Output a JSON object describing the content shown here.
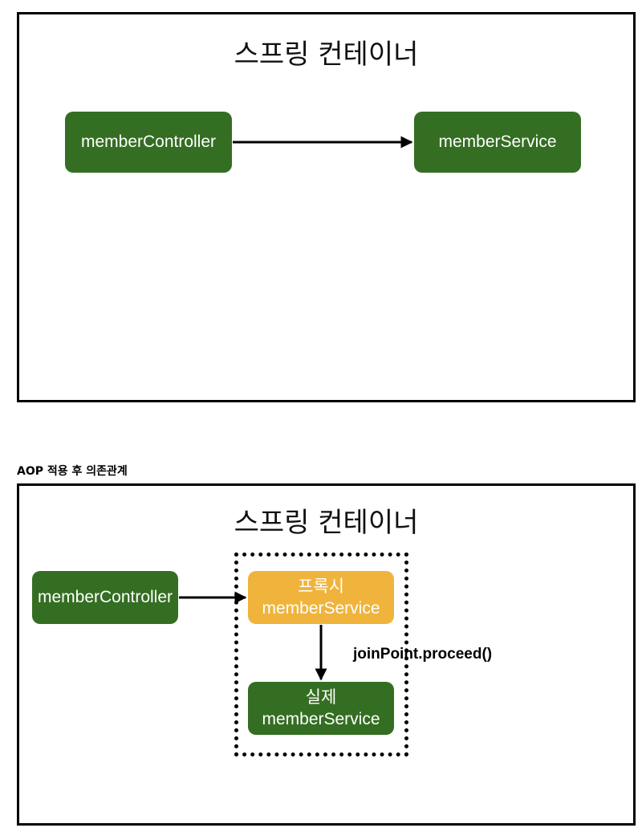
{
  "top_diagram": {
    "title": "스프링 컨테이너",
    "nodes": {
      "controller": "memberController",
      "service": "memberService"
    }
  },
  "bottom_diagram": {
    "section_label": "AOP 적용 후 의존관계",
    "title": "스프링 컨테이너",
    "nodes": {
      "controller": "memberController",
      "proxy_line1": "프록시",
      "proxy_line2": "memberService",
      "real_line1": "실제",
      "real_line2": "memberService"
    },
    "edge_label": "joinPoint.proceed()"
  },
  "colors": {
    "green_node": "#346e22",
    "proxy_node": "#f0b43c",
    "border": "#000000"
  }
}
